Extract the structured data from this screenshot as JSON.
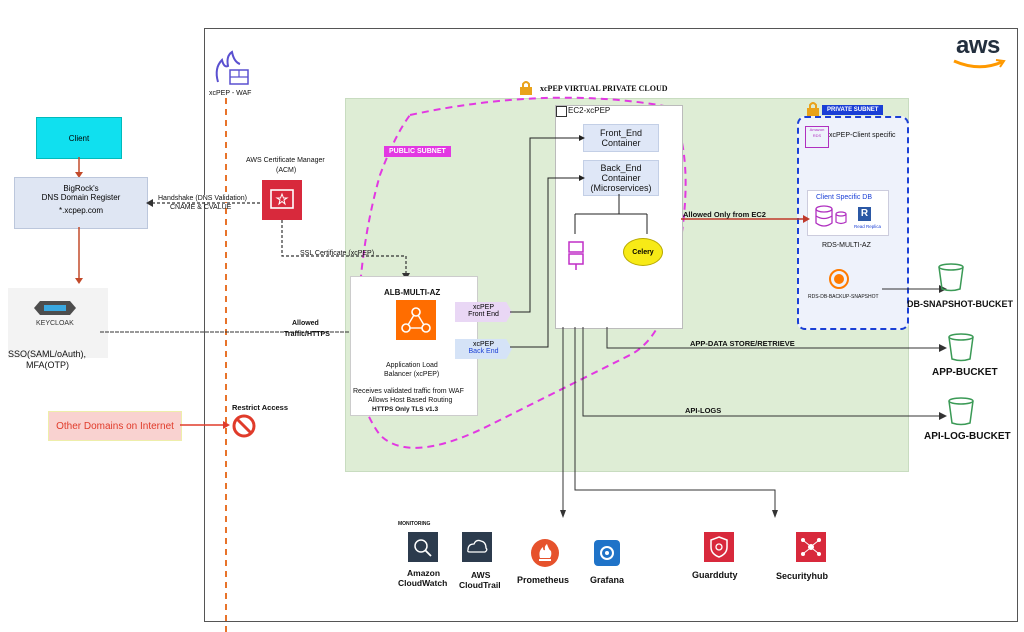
{
  "brand": {
    "logo": "aws"
  },
  "waf": {
    "label": "xcPEP - WAF"
  },
  "vpc": {
    "title": "xcPEP VIRTUAL PRIVATE CLOUD"
  },
  "public_subnet": {
    "label": "PUBLIC SUBNET"
  },
  "private_subnet": {
    "label": "PRIVATE SUBNET",
    "client_specific": "xcPEP-Client specific",
    "db_title": "Client Specific DB",
    "read_replica": "Read Replica",
    "rds_multi_az": "RDS-MULTI-AZ",
    "backup": "RDS-DB-BACKUP-SNAPSHOT",
    "rds_logo": "Amazon RDS"
  },
  "ec2": {
    "title": "EC2-xcPEP",
    "frontend_line1": "Front_End",
    "frontend_line2": "Container",
    "backend_line1": "Back_End",
    "backend_line2": "Container",
    "backend_line3": "(Microservices)",
    "celery": "Celery",
    "allowed_ec2": "Allowed Only from EC2"
  },
  "client": {
    "label": "Client"
  },
  "dns": {
    "line1": "BigRock's",
    "line2": "DNS Domain Register",
    "line3": "*.xcpep.com"
  },
  "acm": {
    "line1": "AWS Certificate Manager",
    "line2": "(ACM)",
    "handshake1": "Handshake (DNS Validation)",
    "handshake2": "CNAME & CVALUE",
    "ssl": "SSL Certificate (xcPEP)"
  },
  "keycloak": {
    "logo": "KEYCLOAK",
    "line1": "SSO(SAML/oAuth),",
    "line2": "MFA(OTP)",
    "allowed1": "Allowed",
    "allowed2": "Traffic/HTTPS"
  },
  "other_domains": {
    "label": "Other Domains on Internet",
    "restrict": "Restrict Access"
  },
  "alb": {
    "title": "ALB-MULTI-AZ",
    "line1": "Application Load",
    "line2": "Balancer (xcPEP)",
    "tag_front1": "xcPEP",
    "tag_front2": "Front End",
    "tag_back1": "xcPEP",
    "tag_back2": "Back End",
    "desc1": "Receives validated traffic from WAF",
    "desc2": "Allows Host Based Routing",
    "desc3": "HTTPS Only TLS v1.3"
  },
  "flows": {
    "app_data": "APP-DATA STORE/RETRIEVE",
    "api_logs": "API-LOGS"
  },
  "buckets": {
    "db": "DB-SNAPSHOT-BUCKET",
    "app": "APP-BUCKET",
    "api": "API-LOG-BUCKET"
  },
  "monitoring": {
    "title": "MONITORING",
    "cw1": "Amazon",
    "cw2": "CloudWatch",
    "ct1": "AWS",
    "ct2": "CloudTrail",
    "prom": "Prometheus",
    "graf": "Grafana"
  },
  "security": {
    "guard": "Guardduty",
    "hub": "Securityhub"
  },
  "colors": {
    "vpc_bg": "#deedd5",
    "aws_orange": "#ff9900",
    "acm_red": "#d8293c",
    "alb_orange": "#ff6d00",
    "magenta": "#e238e2",
    "private_blue": "#1a3fd6"
  }
}
